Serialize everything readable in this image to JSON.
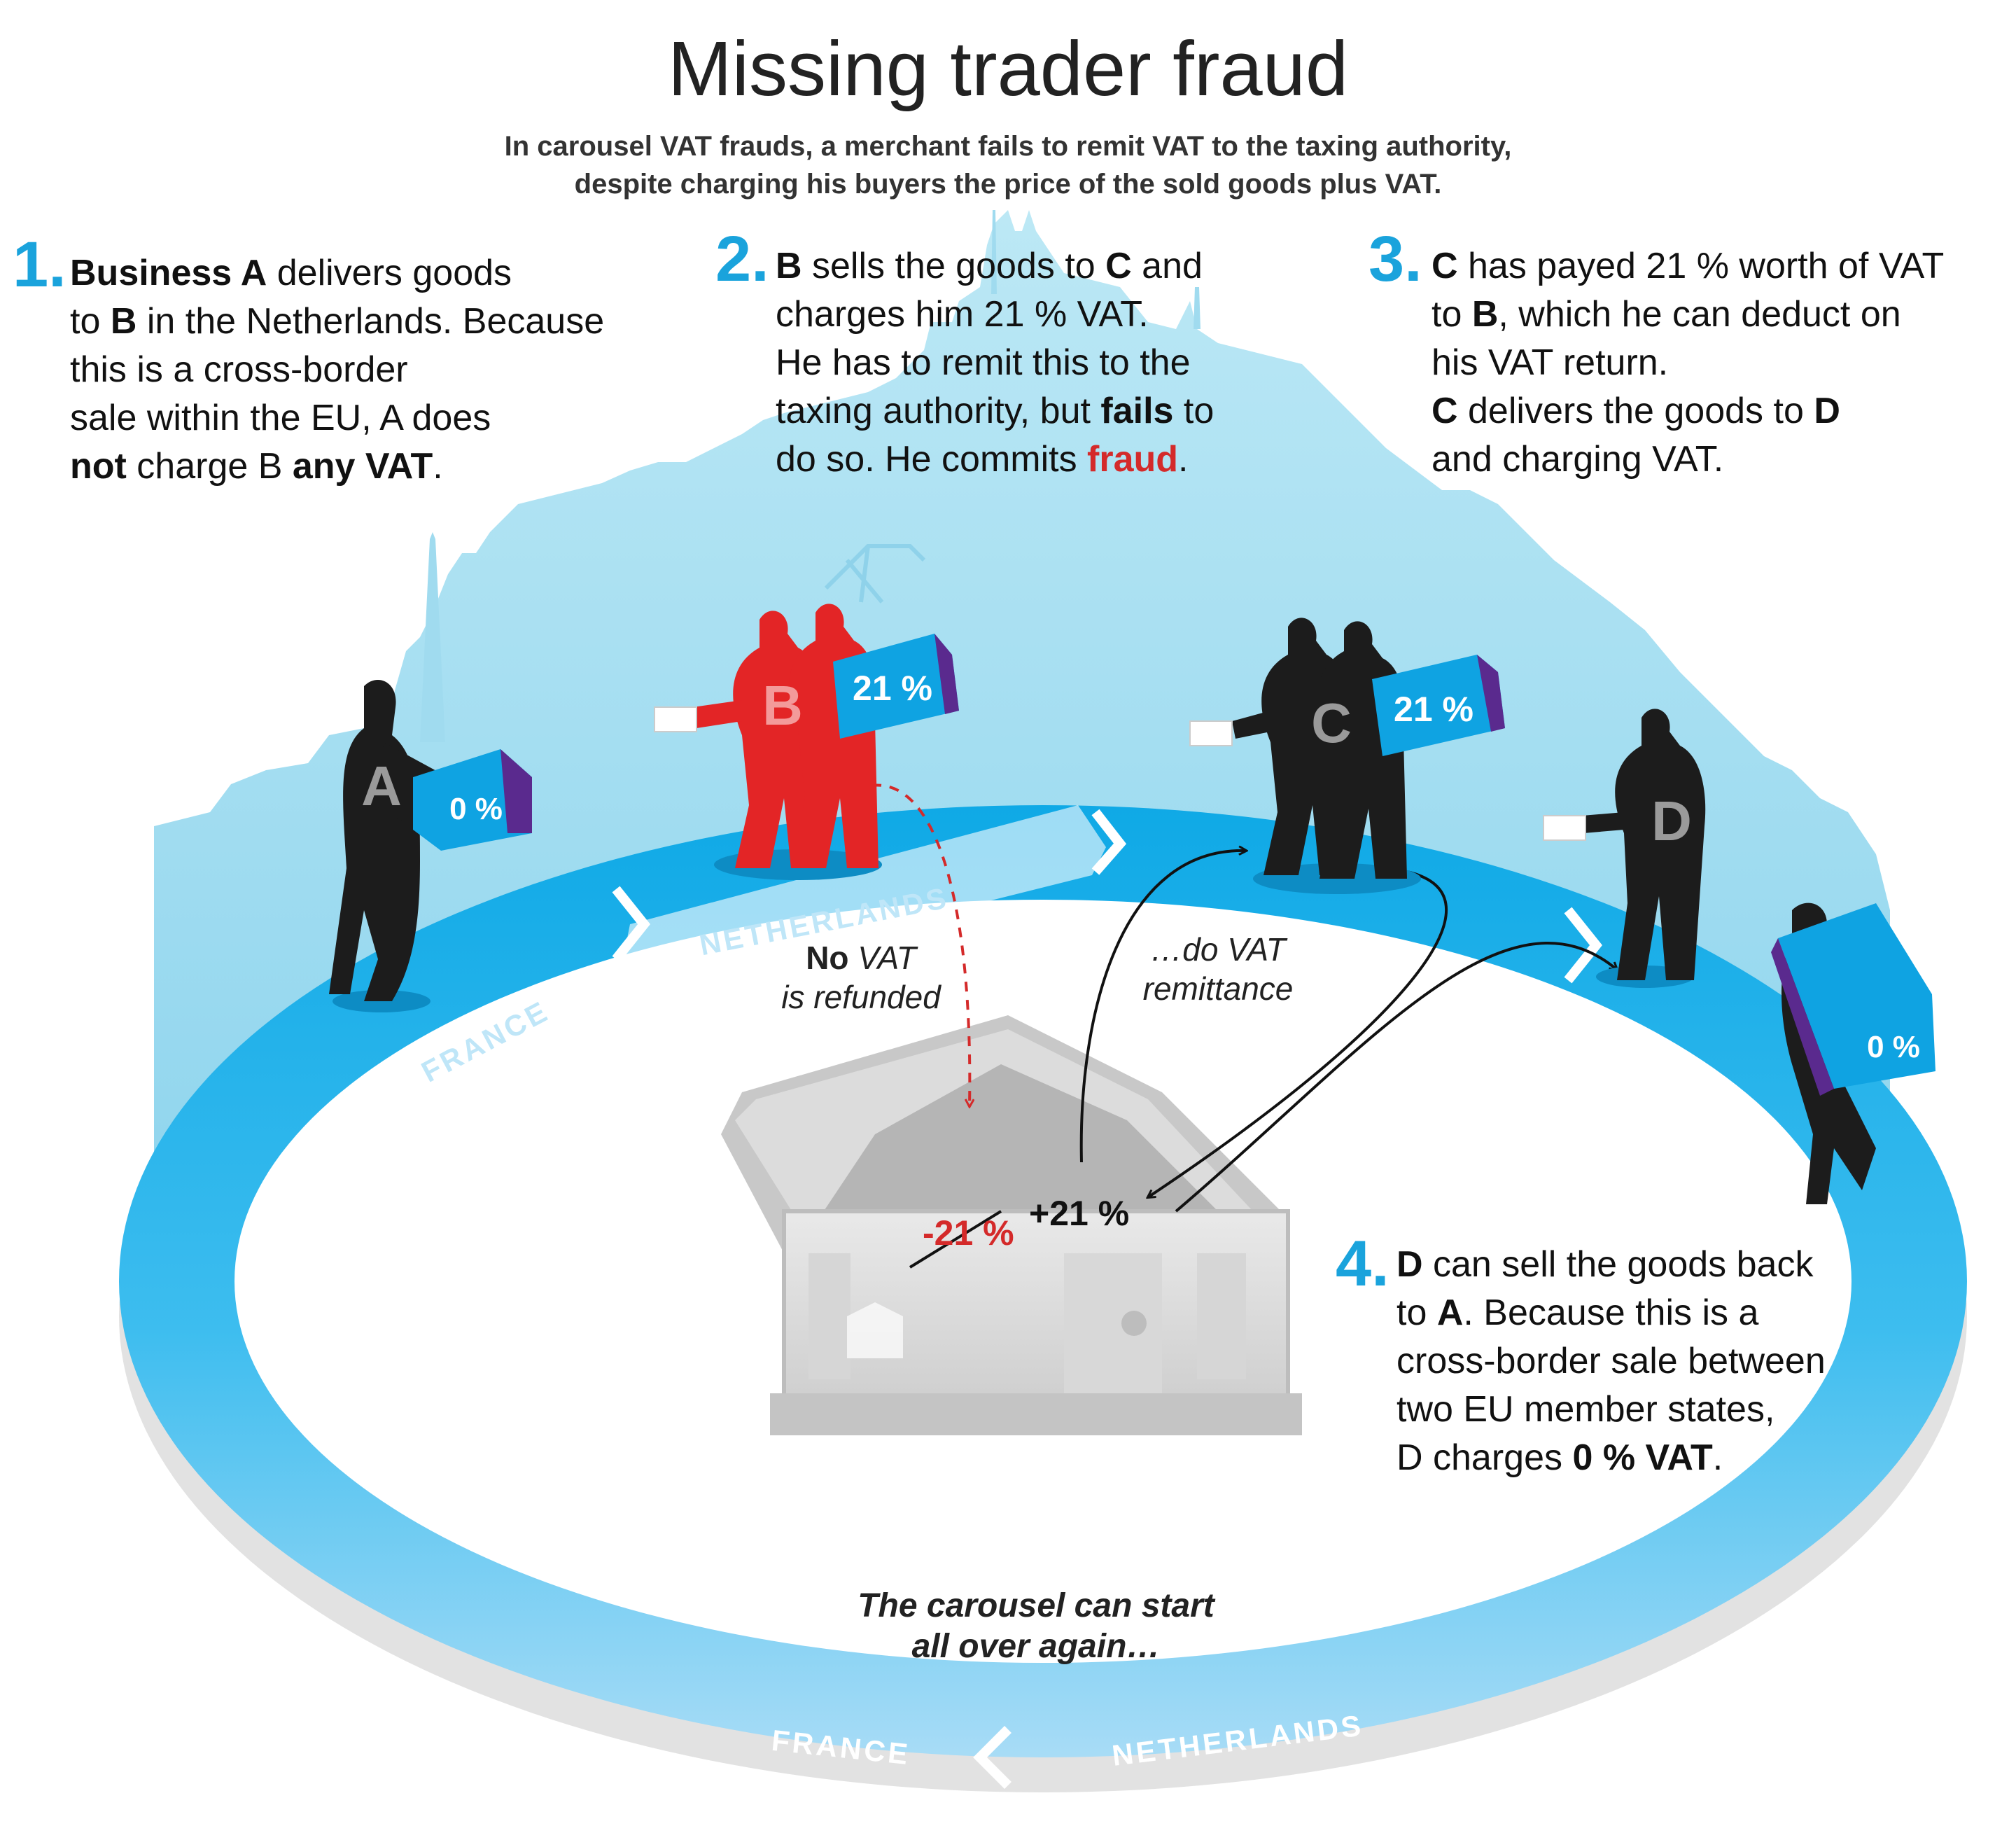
{
  "title": "Missing trader fraud",
  "subtitle": {
    "line1": "In carousel VAT frauds, a merchant fails to remit VAT to the taxing authority,",
    "line2": "despite charging his buyers the price of the sold goods plus VAT."
  },
  "steps": [
    {
      "number": "1.",
      "lines": [
        [
          {
            "t": "Business A",
            "b": true
          },
          {
            "t": " delivers goods"
          }
        ],
        [
          {
            "t": "to "
          },
          {
            "t": "B",
            "b": true
          },
          {
            "t": " in the Netherlands. Because"
          }
        ],
        [
          {
            "t": "this is a cross-border"
          }
        ],
        [
          {
            "t": "sale within the EU, A does"
          }
        ],
        [
          {
            "t": "not",
            "b": true
          },
          {
            "t": " charge B "
          },
          {
            "t": "any VAT",
            "b": true
          },
          {
            "t": "."
          }
        ]
      ]
    },
    {
      "number": "2.",
      "lines": [
        [
          {
            "t": "B",
            "b": true
          },
          {
            "t": " sells the goods to "
          },
          {
            "t": "C",
            "b": true
          },
          {
            "t": " and"
          }
        ],
        [
          {
            "t": "charges him 21 % VAT."
          }
        ],
        [
          {
            "t": "He has to remit this to the"
          }
        ],
        [
          {
            "t": "taxing authority, but "
          },
          {
            "t": "fails",
            "b": true
          },
          {
            "t": " to"
          }
        ],
        [
          {
            "t": "do so. He commits "
          },
          {
            "t": "fraud",
            "b": true,
            "red": true
          },
          {
            "t": "."
          }
        ]
      ]
    },
    {
      "number": "3.",
      "lines": [
        [
          {
            "t": "C",
            "b": true
          },
          {
            "t": " has payed 21 % worth of VAT"
          }
        ],
        [
          {
            "t": "to "
          },
          {
            "t": "B",
            "b": true
          },
          {
            "t": ", which he can deduct on"
          }
        ],
        [
          {
            "t": "his VAT return."
          }
        ],
        [
          {
            "t": "C",
            "b": true
          },
          {
            "t": " delivers the goods to "
          },
          {
            "t": "D",
            "b": true
          }
        ],
        [
          {
            "t": "and charging VAT."
          }
        ]
      ]
    },
    {
      "number": "4.",
      "lines": [
        [
          {
            "t": "D",
            "b": true
          },
          {
            "t": " can sell the goods back"
          }
        ],
        [
          {
            "t": "to "
          },
          {
            "t": "A",
            "b": true
          },
          {
            "t": ". Because this is a"
          }
        ],
        [
          {
            "t": "cross-border sale between"
          }
        ],
        [
          {
            "t": "two EU member states,"
          }
        ],
        [
          {
            "t": "D charges "
          },
          {
            "t": "0 % VAT",
            "b": true
          },
          {
            "t": "."
          }
        ]
      ]
    }
  ],
  "traders": {
    "a": {
      "letter": "A",
      "box": "0 %"
    },
    "b": {
      "letter": "B",
      "box": "21 %"
    },
    "c": {
      "letter": "C",
      "box": "21 %"
    },
    "d": {
      "letter": "D",
      "box": "0 %"
    }
  },
  "ring_labels": {
    "france_top": "FRANCE",
    "netherlands_top": "NETHERLANDS",
    "france_bottom": "FRANCE",
    "netherlands_bottom": "NETHERLANDS"
  },
  "chest": {
    "minus": "-21 %",
    "plus": "+21 %"
  },
  "notes": {
    "no_vat_bold": "No",
    "no_vat_rest": " VAT",
    "no_vat_line2": "is refunded",
    "remit_line1": "…do VAT",
    "remit_line2": "remittance"
  },
  "carousel": {
    "line1": "The carousel can start",
    "line2": "all over again…"
  },
  "colors": {
    "accent": "#1aa3dc",
    "ring": "#14b1ea",
    "skyline": "#a8dff0",
    "fraud_red": "#e32526",
    "silhouette": "#1c1c1c",
    "box_side": "#5a2a8e"
  }
}
